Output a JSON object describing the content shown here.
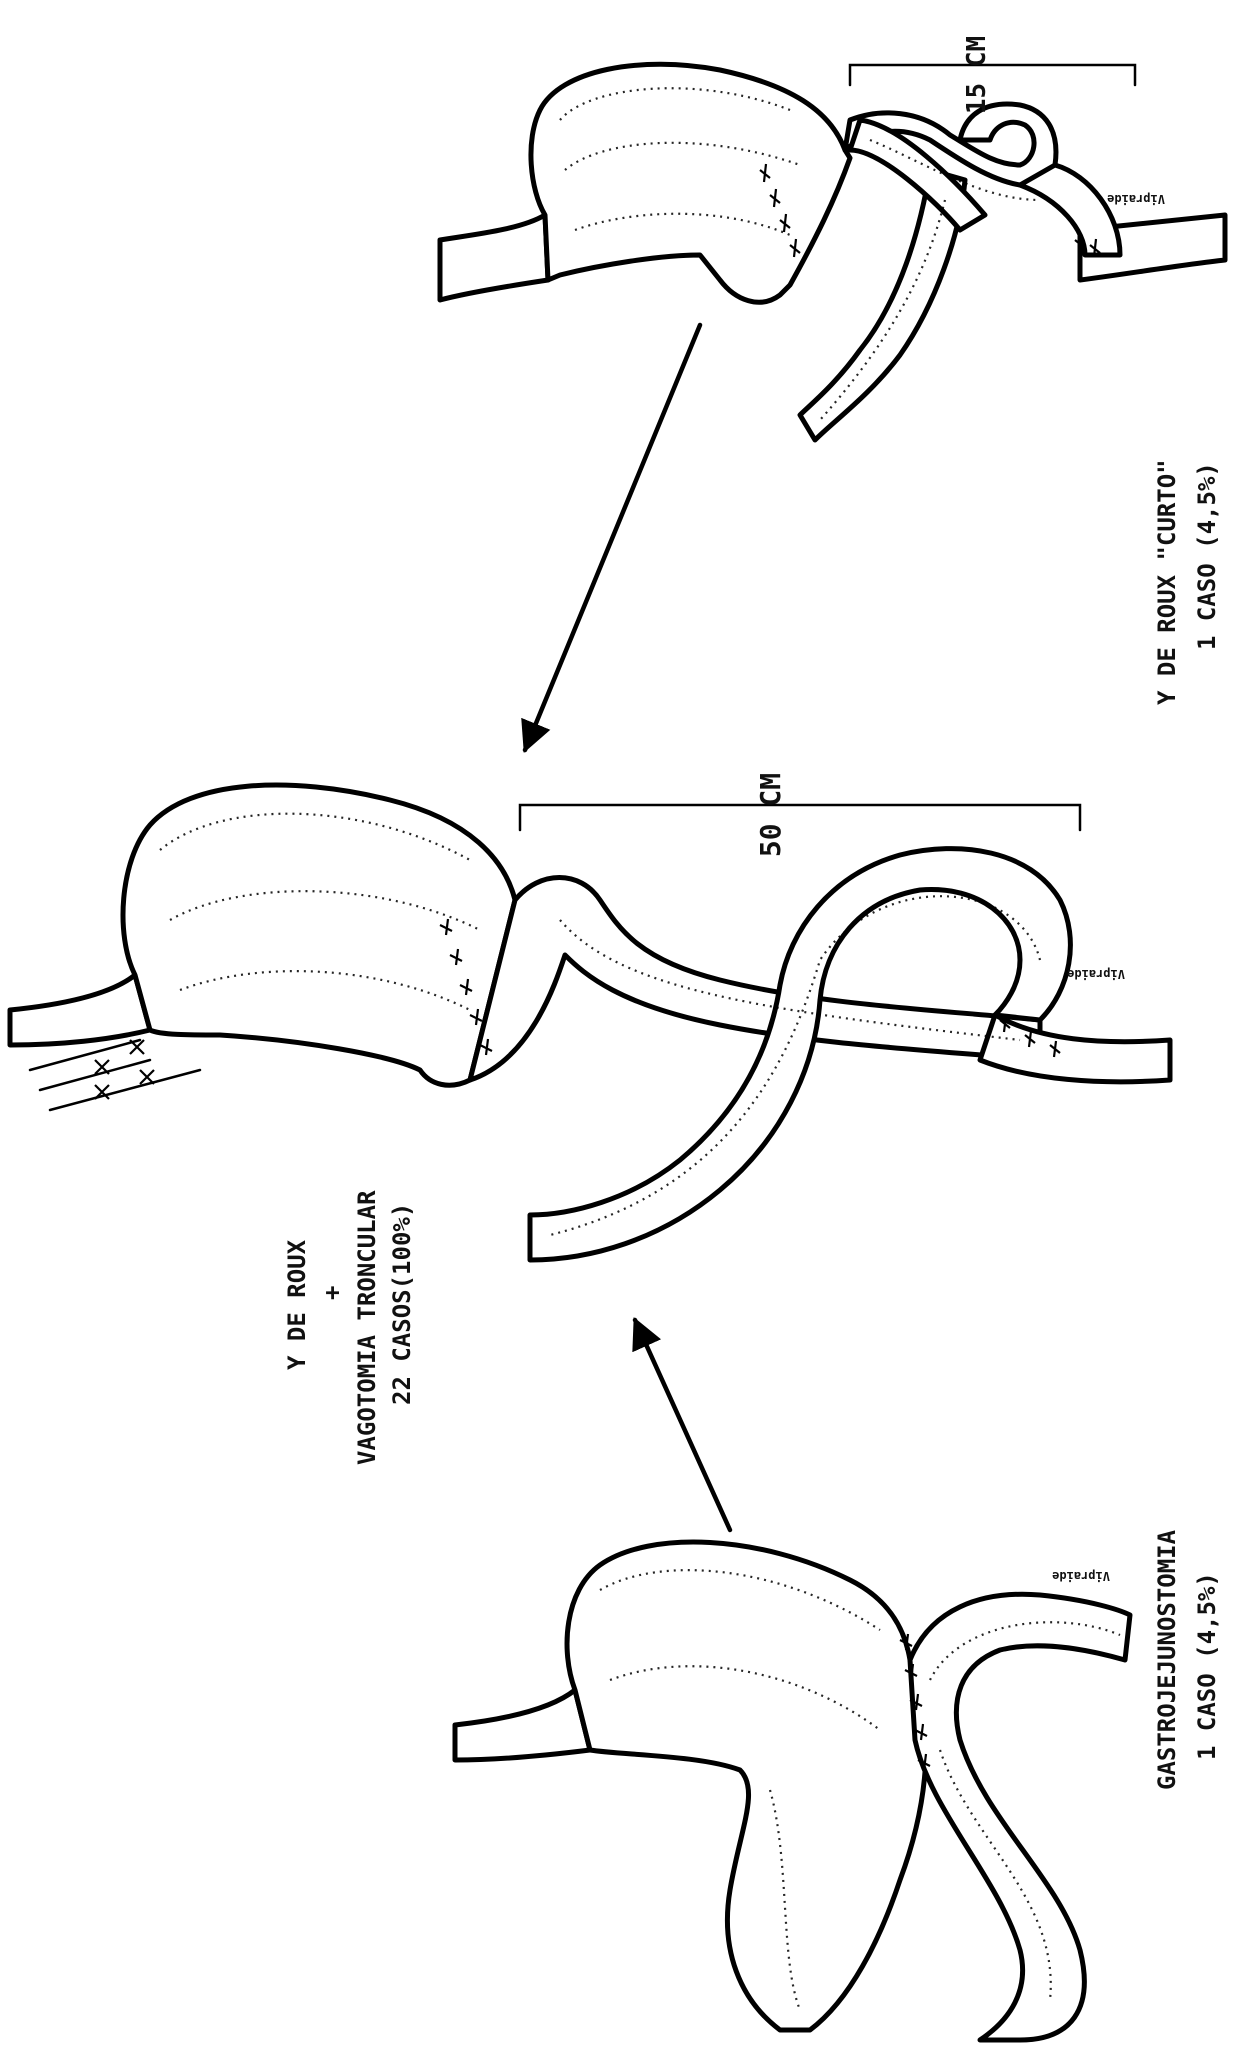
{
  "figure": {
    "panels": [
      {
        "id": "short-roux",
        "measure": "15 CM",
        "caption_line1": "Y DE ROUX \"CURTO\"",
        "caption_line2": "1 CASO (4,5%)",
        "signature": "Vipraide"
      },
      {
        "id": "roux-vagotomy",
        "measure": "50 CM",
        "caption_line1": "Y DE ROUX",
        "caption_line2": "+",
        "caption_line3": "VAGOTOMIA TRONCULAR",
        "caption_line4": "22 CASOS(100%)",
        "signature": "Vipraide"
      },
      {
        "id": "gastrojejunostomy",
        "caption_line1": "GASTROJEJUNOSTOMIA",
        "caption_line2": "1 CASO (4,5%)",
        "signature": "Vipraide"
      }
    ],
    "arrows": [
      "short-roux-to-center",
      "gastrojejunostomy-to-center"
    ],
    "colors": {
      "ink": "#000000",
      "paper": "#ffffff"
    }
  }
}
